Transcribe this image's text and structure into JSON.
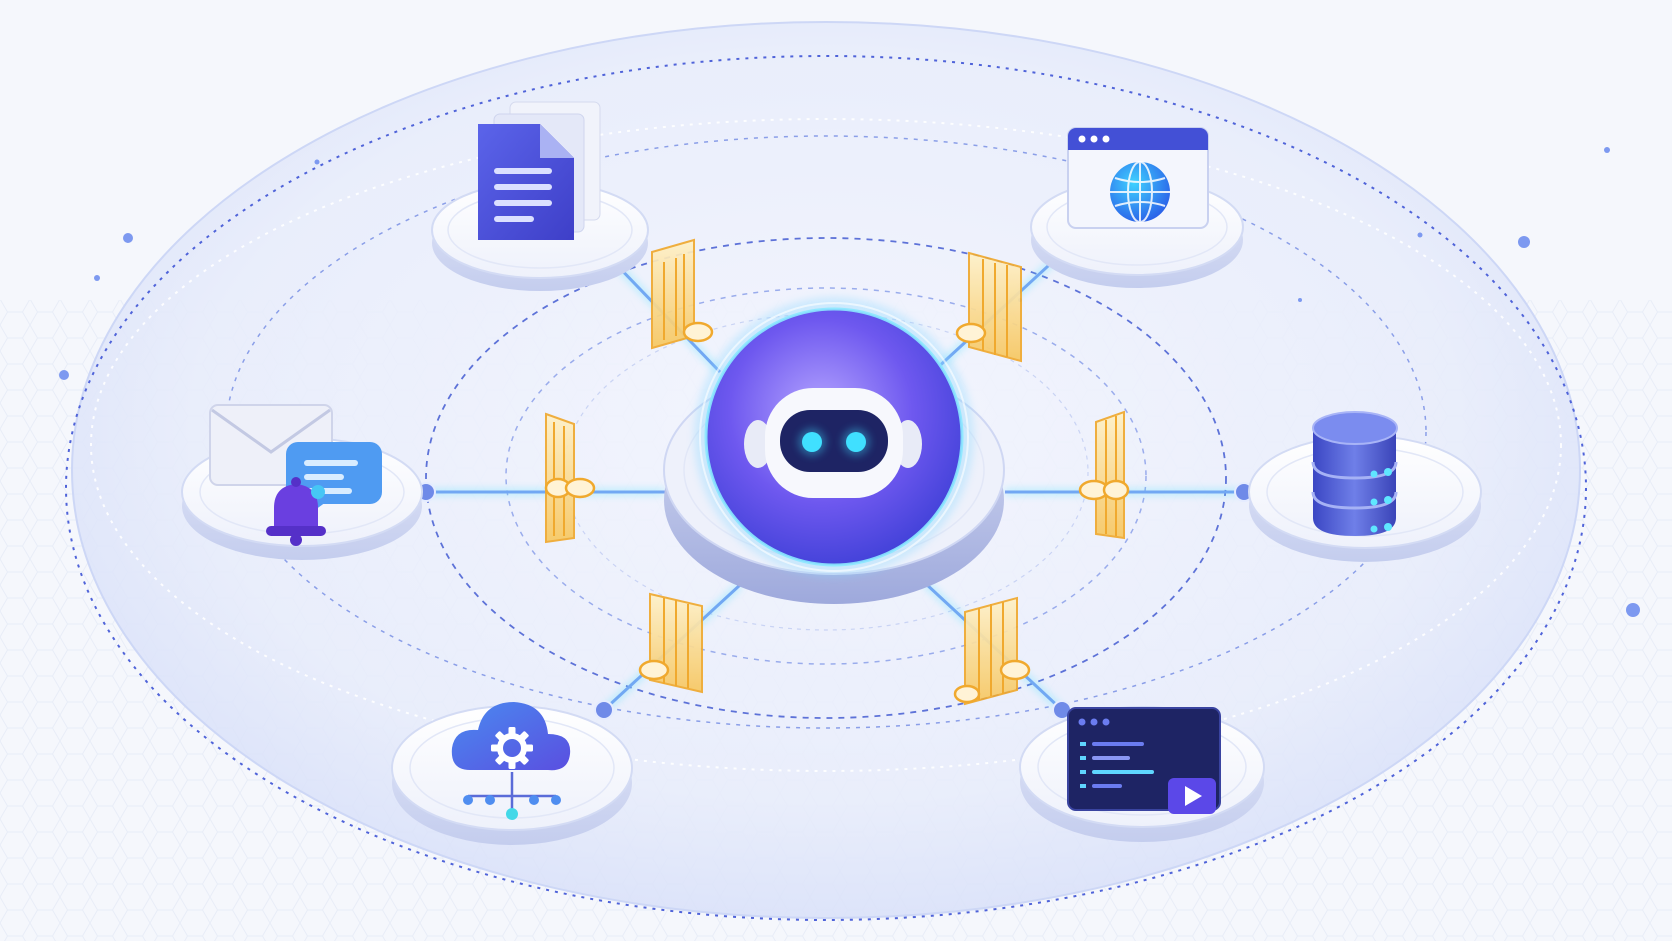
{
  "diagram": {
    "hub": {
      "kind": "ai-agent",
      "icon": "robot-icon"
    },
    "nodes": [
      {
        "id": "documents",
        "icon": "document-stack-icon"
      },
      {
        "id": "web",
        "icon": "browser-globe-icon"
      },
      {
        "id": "notifications",
        "icon": "mail-chat-bell-icon"
      },
      {
        "id": "database",
        "icon": "database-server-icon"
      },
      {
        "id": "cloud",
        "icon": "cloud-gear-network-icon"
      },
      {
        "id": "terminal",
        "icon": "code-terminal-play-icon"
      }
    ],
    "connections": [
      {
        "from": "hub",
        "to": "documents",
        "gate": "security-gate"
      },
      {
        "from": "hub",
        "to": "web",
        "gate": "security-gate"
      },
      {
        "from": "hub",
        "to": "notifications",
        "gate": "security-gate"
      },
      {
        "from": "hub",
        "to": "database",
        "gate": "security-gate"
      },
      {
        "from": "hub",
        "to": "cloud",
        "gate": "security-gate"
      },
      {
        "from": "hub",
        "to": "terminal",
        "gate": "security-gate"
      }
    ]
  },
  "colors": {
    "background": "#f5f7fc",
    "dome": "#e3e9fb",
    "accent_blue": "#4b5fe0",
    "accent_purple": "#6b4fe6",
    "gate_gold": "#f5b94a",
    "line_blue": "#7e9bf0",
    "cyan_glow": "#40e0ff",
    "dark_navy": "#1e2464"
  }
}
